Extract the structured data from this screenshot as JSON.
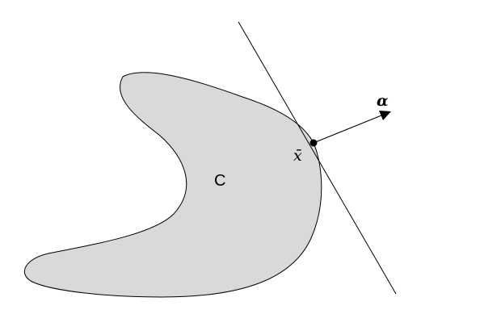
{
  "diagram": {
    "set_label": "C",
    "point_label": "x̄",
    "vector_label": "α",
    "colors": {
      "set_fill": "#d9d9d9",
      "stroke": "#000000",
      "background": "#ffffff"
    }
  }
}
